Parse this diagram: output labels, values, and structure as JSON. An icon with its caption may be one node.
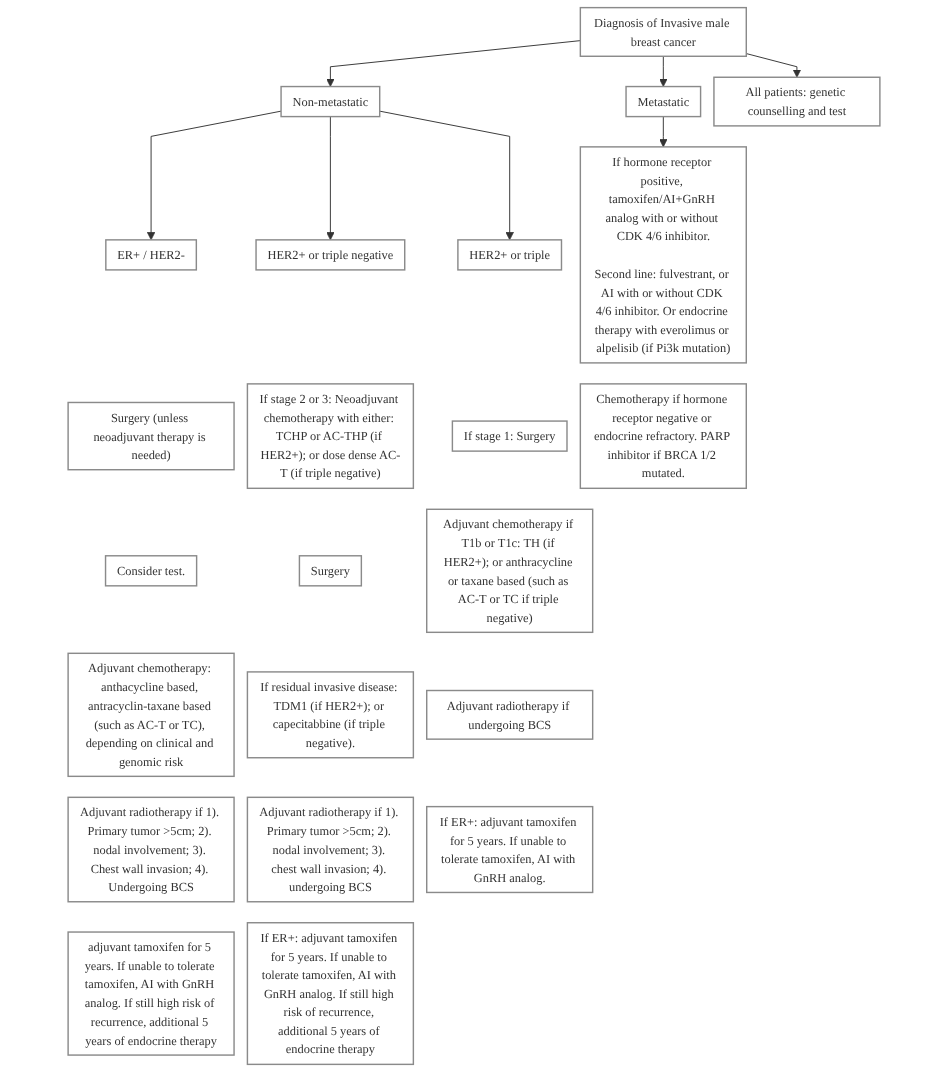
{
  "diagram": {
    "nodes": [
      {
        "text": [
          "Diagnosis of Invasive male breast cancer"
        ]
      },
      {
        "text": [
          "All patients: genetic counselling and test"
        ]
      },
      {
        "text": [
          "Non-metastatic"
        ]
      },
      {
        "text": [
          "Metastatic"
        ]
      },
      {
        "text": [
          "ER+ / HER2-"
        ]
      },
      {
        "text": [
          "HER2+ or triple negative"
        ]
      },
      {
        "text": [
          "HER2+ or triple"
        ]
      },
      {
        "text": [
          "Surgery (unless neoadjuvant therapy is needed)"
        ]
      },
      {
        "text": [
          "Consider test."
        ]
      },
      {
        "text": [
          "Adjuvant chemotherapy: anthacycline based, antracyclin-taxane based (such as AC-T or TC), depending on clinical and genomic risk"
        ]
      },
      {
        "text": [
          "Adjuvant radiotherapy if 1). Primary tumor >5cm; 2). nodal involvement; 3). Chest wall invasion; 4). Undergoing BCS"
        ]
      },
      {
        "text": [
          "adjuvant tamoxifen for 5 years. If unable to tolerate tamoxifen, AI with GnRH analog. If still high risk of recurrence, additional 5 years of endocrine therapy"
        ]
      },
      {
        "text": [
          "If stage 2 or 3: Neoadjuvant chemotherapy with either: TCHP or AC-THP (if HER2+); or dose dense AC-T (if triple negative)"
        ]
      },
      {
        "text": [
          "Surgery"
        ]
      },
      {
        "text": [
          "If residual invasive disease: TDM1 (if HER2+); or capecitabbine (if triple negative)."
        ]
      },
      {
        "text": [
          "Adjuvant radiotherapy if 1). Primary tumor >5cm; 2). nodal involvement; 3). chest wall invasion; 4). undergoing BCS"
        ]
      },
      {
        "text": [
          "If ER+: adjuvant tamoxifen for 5 years. If unable to tolerate tamoxifen, AI with GnRH analog. If still high risk of recurrence, additional 5 years of endocrine therapy"
        ]
      },
      {
        "text": [
          "If stage 1: Surgery"
        ]
      },
      {
        "text": [
          "Adjuvant chemotherapy if T1b or T1c: TH (if HER2+); or anthracycline or taxane based (such as AC-T or TC if triple negative)"
        ]
      },
      {
        "text": [
          "Adjuvant radiotherapy if undergoing BCS"
        ]
      },
      {
        "text": [
          "If ER+: adjuvant tamoxifen for 5 years. If unable to tolerate tamoxifen, AI with GnRH analog."
        ]
      },
      {
        "text": [
          "If hormone receptor positive, tamoxifen/AI+GnRH analog with or without CDK 4/6 inhibitor.",
          "Second line: fulvestrant, or AI with or without CDK 4/6 inhibitor. Or endocrine therapy with everolimus or alpelisib (if Pi3k mutation)"
        ]
      },
      {
        "text": [
          "Chemotherapy if hormone receptor negative or endocrine refractory. PARP inhibitor if BRCA 1/2 mutated."
        ]
      }
    ],
    "edges": [
      {
        "from": 0,
        "to": 1,
        "arrow": "to"
      },
      {
        "from": 0,
        "to": 2,
        "arrow": "to"
      },
      {
        "from": 0,
        "to": 3,
        "arrow": "to"
      },
      {
        "from": 2,
        "to": 4,
        "arrow": "to"
      },
      {
        "from": 2,
        "to": 5,
        "arrow": "to"
      },
      {
        "from": 2,
        "to": 6,
        "arrow": "to"
      },
      {
        "from": 3,
        "to": 21,
        "arrow": "to"
      }
    ]
  }
}
